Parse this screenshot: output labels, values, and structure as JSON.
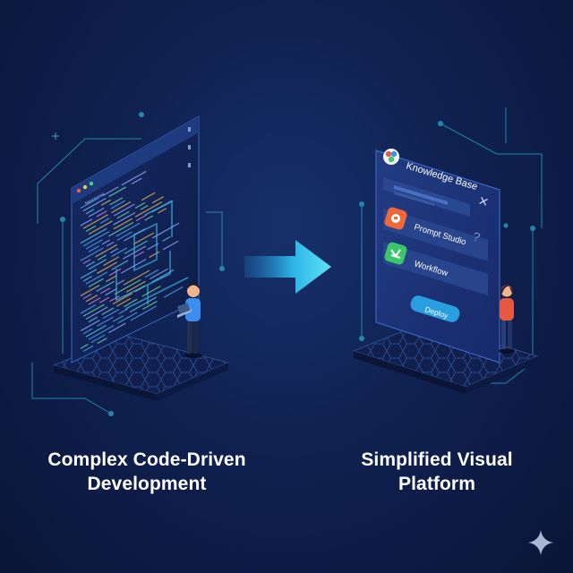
{
  "left_panel": {
    "window_title": "Nesoioaaa",
    "caption_line1": "Complex Code-Driven",
    "caption_line2": "Development"
  },
  "right_panel": {
    "items": [
      {
        "label": "Knowledge Base",
        "icon": "brain-logo-icon"
      },
      {
        "label": "Prompt Studio",
        "icon": "chat-icon"
      },
      {
        "label": "Workflow",
        "icon": "workflow-icon"
      }
    ],
    "deploy_label": "Deploy",
    "caption_line1": "Simplified Visual",
    "caption_line2": "Platform"
  },
  "colors": {
    "background": "#0f2150",
    "accent_cyan": "#2ec5e8",
    "prompt_icon": "#f0683a",
    "workflow_icon": "#3cc66a",
    "deploy_button": "#2a9fe0"
  },
  "watermark_icon": "sparkle-icon"
}
